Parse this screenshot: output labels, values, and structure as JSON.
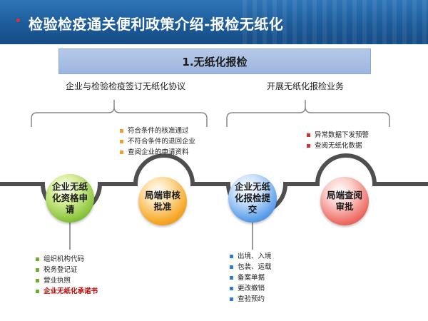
{
  "header": {
    "bullet": "•",
    "title": "检验检疫通关便利政策介绍-报检无纸化"
  },
  "banner": {
    "title": "1.无纸化报检"
  },
  "groups": {
    "left_label": "企业与检验检疫签订无纸化协议",
    "right_label": "开展无纸化报检业务"
  },
  "steps": [
    {
      "label": "企业无纸化资格申请",
      "color": "#8cc63f"
    },
    {
      "label": "局端审核批准",
      "color": "#f5a623"
    },
    {
      "label": "企业无纸化报检提交",
      "color": "#5da0ea"
    },
    {
      "label": "局端查阅审批",
      "color": "#ee6e66"
    }
  ],
  "notes": {
    "approval": [
      "符合条件的核准通过",
      "不符合条件的退回企业",
      "查阅企业的申请资料"
    ],
    "review": [
      "异常数据下发预警",
      "查阅无纸化数据"
    ],
    "application": [
      "组织机构代码",
      "税务登记证",
      "营业执照",
      "企业无纸化承诺书"
    ],
    "submission": [
      "出境、入境",
      "包装、运载",
      "备案单据",
      "更改撤销",
      "查验预约"
    ]
  },
  "colors": {
    "header": "#1c5b99",
    "highlight": "#c00000",
    "connector": "#555555"
  }
}
